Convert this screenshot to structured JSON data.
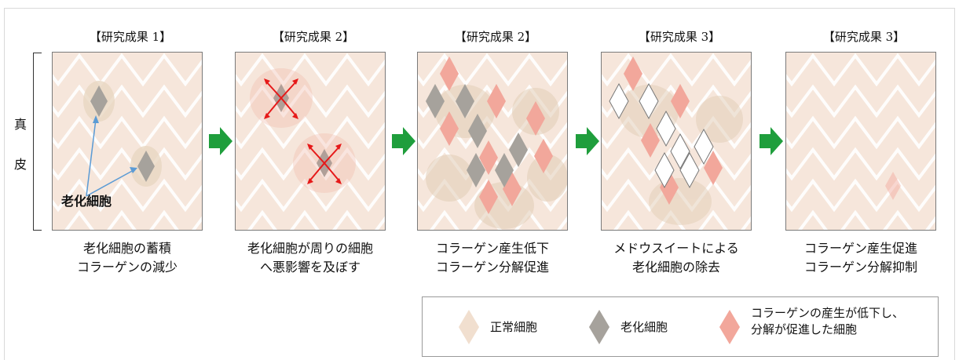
{
  "side_label": {
    "char1": "真",
    "char2": "皮"
  },
  "stages": [
    {
      "title": "【研究成果 1】",
      "caption": "老化細胞の蓄積\nコラーゲンの減少"
    },
    {
      "title": "【研究成果 2】",
      "caption": "老化細胞が周りの細胞\nへ悪影響を及ぼす"
    },
    {
      "title": "【研究成果 2】",
      "caption": "コラーゲン産生低下\nコラーゲン分解促進"
    },
    {
      "title": "【研究成果 3】",
      "caption": "メドウスイートによる\n老化細胞の除去"
    },
    {
      "title": "【研究成果 3】",
      "caption": "コラーゲン産生促進\nコラーゲン分解抑制"
    }
  ],
  "annotation": {
    "senescent_cell": "老化細胞"
  },
  "legend": {
    "normal": "正常細胞",
    "senescent": "老化細胞",
    "declined": "コラーゲンの産生が低下し、\n分解が促進した細胞"
  },
  "colors": {
    "panel_bg": "#f6e6db",
    "collagen_line": "#ffffff",
    "normal_cell": "#f1dfcf",
    "senescent_cell": "#a6a29c",
    "declined_cell": "#f2a79b",
    "removed_cell": "#ffffff",
    "arrow_green": "#1f9e3c",
    "signal_red": "#e61919",
    "pointer_blue": "#5b9bd5"
  }
}
